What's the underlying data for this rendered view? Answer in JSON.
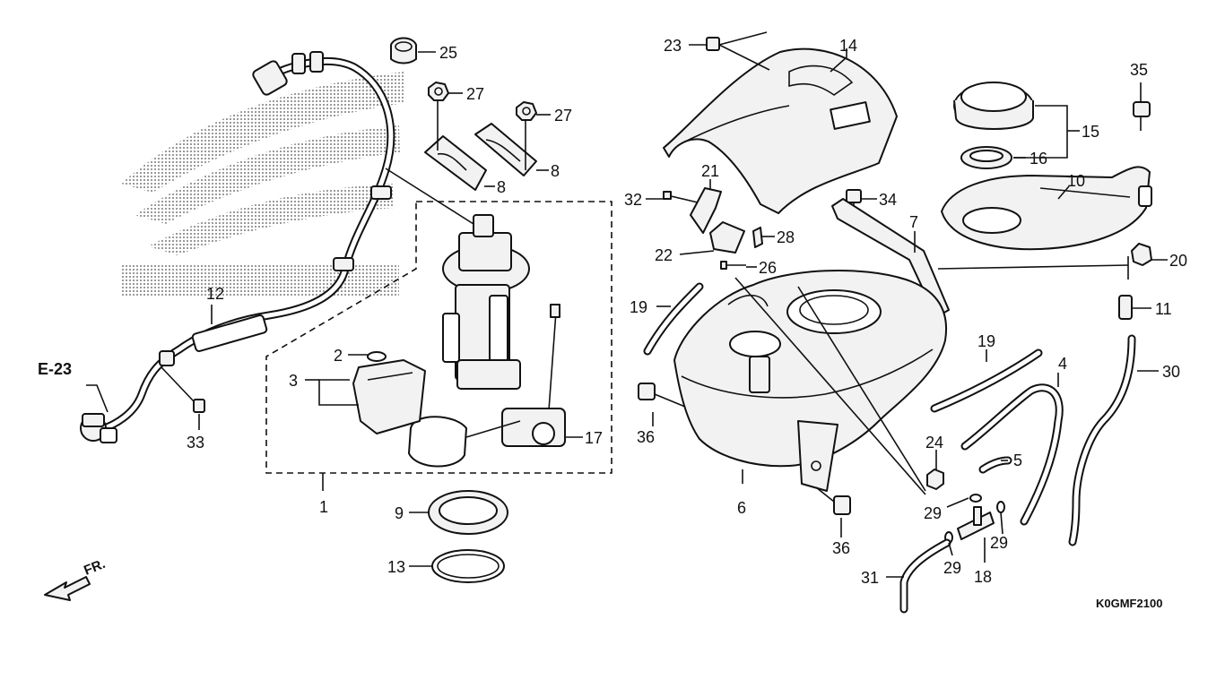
{
  "diagram": {
    "code": "K0GMF2100",
    "reference": "E-23",
    "direction_label": "FR.",
    "callouts": {
      "c1": "1",
      "c2": "2",
      "c3": "3",
      "c4": "4",
      "c5": "5",
      "c6": "6",
      "c7": "7",
      "c8a": "8",
      "c8b": "8",
      "c9": "9",
      "c10": "10",
      "c11": "11",
      "c12": "12",
      "c13": "13",
      "c14": "14",
      "c15": "15",
      "c16": "16",
      "c17": "17",
      "c18": "18",
      "c19a": "19",
      "c19b": "19",
      "c20": "20",
      "c21": "21",
      "c22": "22",
      "c23": "23",
      "c24": "24",
      "c25": "25",
      "c26": "26",
      "c27a": "27",
      "c27b": "27",
      "c28": "28",
      "c29a": "29",
      "c29b": "29",
      "c29c": "29",
      "c30": "30",
      "c31": "31",
      "c32": "32",
      "c33": "33",
      "c34": "34",
      "c35": "35",
      "c36a": "36",
      "c36b": "36"
    }
  }
}
